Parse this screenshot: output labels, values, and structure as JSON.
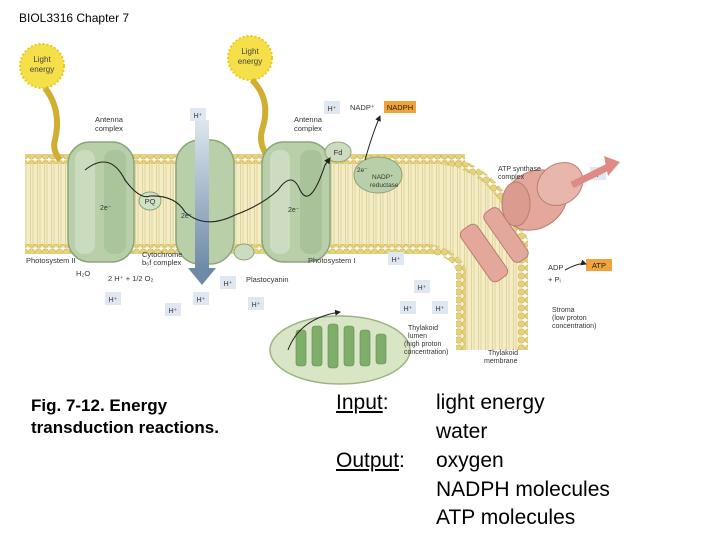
{
  "header": {
    "title": "BIOL3316 Chapter 7"
  },
  "figure": {
    "light_energy_1": [
      "Light",
      "energy"
    ],
    "light_energy_2": [
      "Light",
      "energy"
    ],
    "antenna_complex_1": [
      "Antenna",
      "complex"
    ],
    "antenna_complex_2": [
      "Antenna",
      "complex"
    ],
    "h_plus": "H⁺",
    "nadp": "NADP⁺",
    "nadph": "NADPH",
    "fd": "Fd",
    "nadp_reductase": [
      "2e⁻",
      "NADP⁺",
      "reductase"
    ],
    "pq": "PQ",
    "two_e_1": "2e⁻",
    "two_e_2": "2e⁻",
    "two_e_3": "2e⁻",
    "photosystem_ii": "Photosystem II",
    "cytochrome": [
      "Cytochrome",
      "b₆f complex"
    ],
    "photosystem_i": "Photosystem I",
    "plastocyanin": "Plastocyanin",
    "water_eq": [
      "H₂O",
      "2 H⁺ + 1/2 O₂"
    ],
    "atp_synthase": [
      "ATP synthase",
      "complex"
    ],
    "adp": "ADP",
    "pi": "+ Pᵢ",
    "atp": "ATP",
    "stroma": [
      "Stroma",
      "(low proton",
      "concentration)"
    ],
    "thylakoid_lumen": [
      "Thylakoid",
      "lumen",
      "(high proton",
      "concentration)"
    ],
    "thylakoid_membrane": [
      "Thylakoid",
      "membrane"
    ],
    "colors": {
      "membrane_head": "#e5d27a",
      "protein_green": "#b9cfaa",
      "atp_synthase_pink": "#e3a79c",
      "light_yellow": "#f6e04a",
      "nadph_orange": "#f0a33a"
    }
  },
  "caption": {
    "line1": "Fig. 7-12.  Energy",
    "line2": "transduction reactions."
  },
  "io": {
    "input_label": "Input",
    "output_label": "Output",
    "colon": ":",
    "inputs": [
      "light energy",
      "water"
    ],
    "outputs": [
      "oxygen",
      "NADPH molecules",
      "ATP molecules"
    ]
  }
}
